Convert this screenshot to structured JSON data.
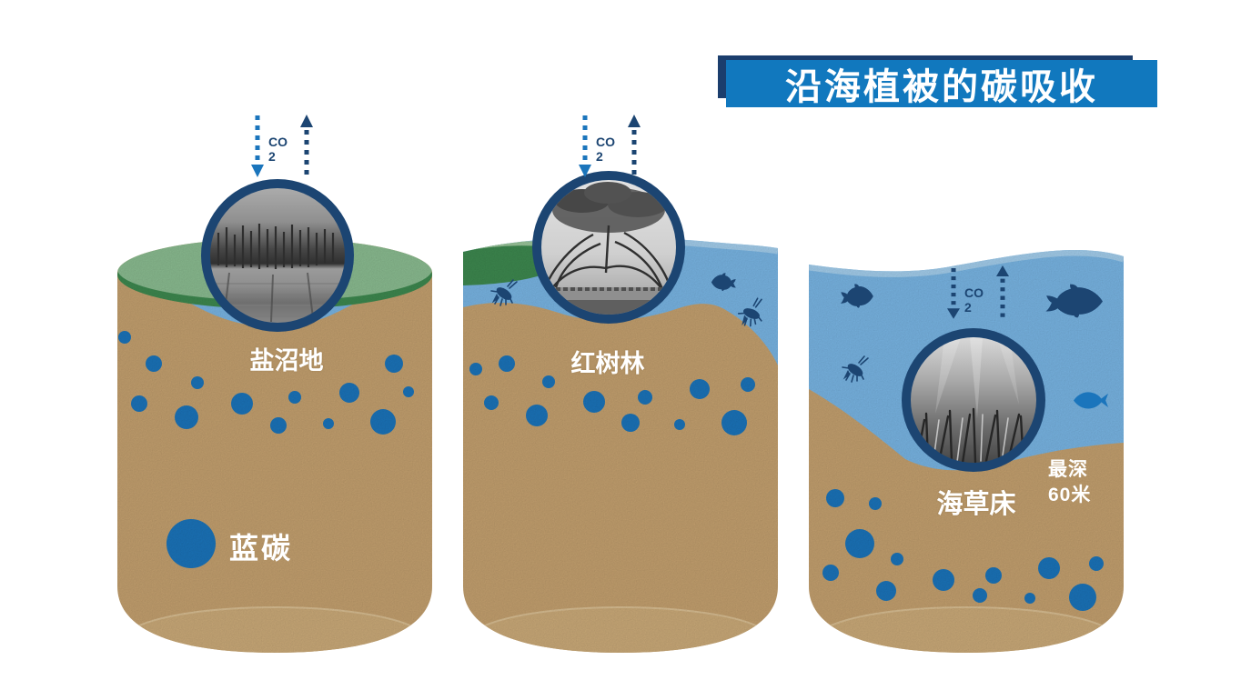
{
  "title": "沿海植被的碳吸收",
  "co2_label": {
    "line1": "CO",
    "line2": "2"
  },
  "columns": {
    "salt_marsh": {
      "label": "盐沼地"
    },
    "mangrove": {
      "label": "红树林"
    },
    "seagrass": {
      "label": "海草床",
      "max_depth_label": "最深",
      "max_depth_value": "60米"
    }
  },
  "legend": {
    "blue_carbon": "蓝碳"
  },
  "colors": {
    "banner_blue": "#1178be",
    "banner_navy": "#1b3e6d",
    "deep_navy": "#1c4572",
    "bubble_blue": "#1b75bc",
    "water_blue": "#7ab7e6",
    "water_highlight": "#aad3f0",
    "sand": "#c6a270",
    "sand_light": "#cdac7a",
    "green_top": "#8cbe92",
    "green_rim": "#3e8a50",
    "text_white": "#ffffff"
  }
}
